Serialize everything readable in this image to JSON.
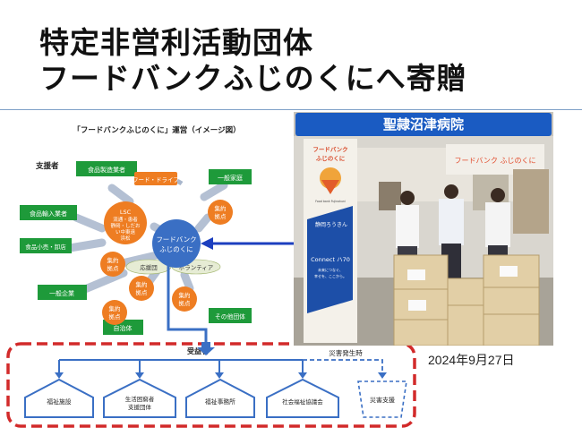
{
  "slide": {
    "title_line1": "特定非営利活動団体",
    "title_line2": "フードバンクふじのくにへ寄贈",
    "date": "2024年9月27日"
  },
  "diagram": {
    "heading": "「フードバンクふじのくに」運営（イメージ図）",
    "supporters_label": "支援者",
    "supporters": [
      "食品製造業者",
      "食品輸入業者",
      "食品小売・卸店",
      "一般企業",
      "自治体"
    ],
    "top_right_box": "一般家庭",
    "other_groups_box": "その他団体",
    "food_drive": "フード・ドライブ",
    "lsc": [
      "LSC",
      "流通・患者",
      "静岡・しだお",
      "い中東遠",
      "浜松"
    ],
    "center": [
      "フードバンク",
      "ふじのくに"
    ],
    "collection_point": [
      "集約",
      "拠点"
    ],
    "support_group": "応援団",
    "volunteer": "ボランティア",
    "beneficiaries_label": "受益者",
    "disaster_label": "災害発生時",
    "beneficiaries": [
      "福祉施設",
      "生活困窮者 支援団体",
      "福祉事務所",
      "社会福祉協議会"
    ],
    "disaster_support": "災害支援"
  },
  "photo": {
    "hospital_name": "聖隷沼津病院",
    "banner_title": "フードバンク ふじのくに",
    "banner_sub": "Food bank Fujinokuni",
    "banner_org": "静岡ろうきん",
    "banner_connect": "Connect ハ70",
    "banner_caption": "未来につなぐ、幸せを、ここから。"
  },
  "colors": {
    "title": "#111111",
    "green_box": "#1e9a3a",
    "orange_node": "#ee7d22",
    "center_node": "#3a6fc4",
    "arrow_gray": "#a8b6cc",
    "arrow_blue": "#1c3fbf",
    "dashed_red": "#d22a2a",
    "hospital_bar": "#1a5bc2"
  }
}
